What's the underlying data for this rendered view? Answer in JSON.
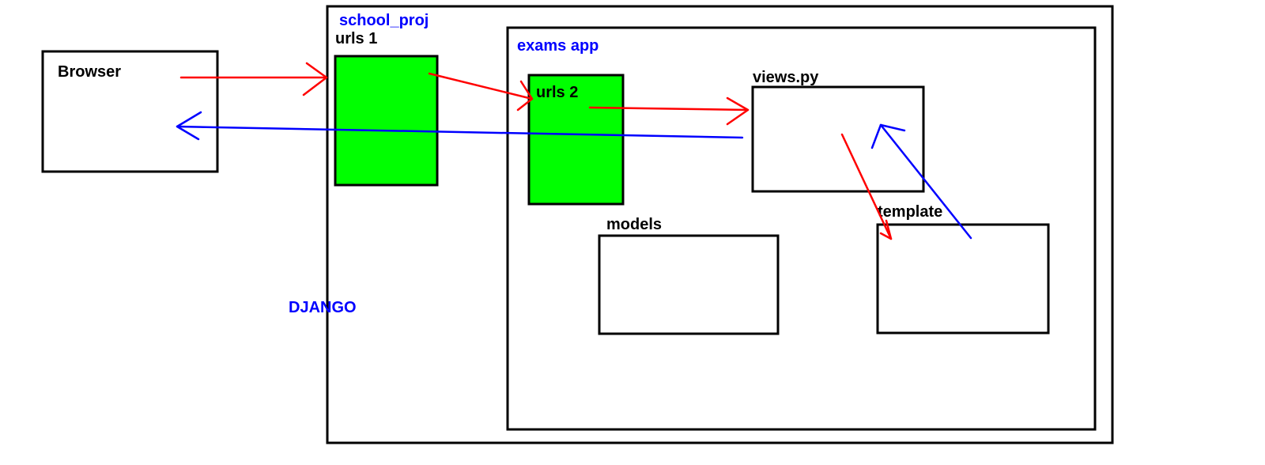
{
  "colors": {
    "request_arrow": "#ff0000",
    "response_arrow": "#0000ff",
    "urls_fill": "#00ff00",
    "container_label": "#0000ff",
    "component_label": "#000000"
  },
  "labels": {
    "browser": "Browser",
    "project": "school_proj",
    "urls1": "urls 1",
    "app": "exams app",
    "urls2": "urls 2",
    "views": "views.py",
    "models": "models",
    "template": "template",
    "framework": "DJANGO"
  }
}
